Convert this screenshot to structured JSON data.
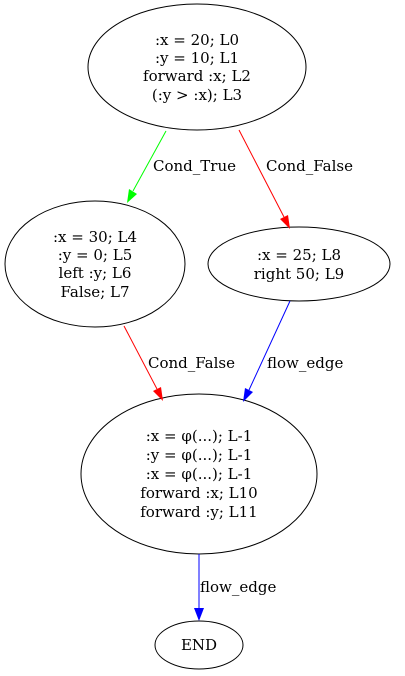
{
  "nodes": {
    "n0": {
      "lines": [
        ":x = 20; L0",
        ":y = 10; L1",
        "forward :x; L2",
        "(:y > :x); L3"
      ]
    },
    "n1": {
      "lines": [
        ":x = 30; L4",
        ":y = 0; L5",
        "left :y; L6",
        "False; L7"
      ]
    },
    "n2": {
      "lines": [
        ":x = 25; L8",
        "right 50; L9"
      ]
    },
    "n3": {
      "lines": [
        ":x = φ(...); L-1",
        ":y = φ(...); L-1",
        ":x = φ(...); L-1",
        "forward :x; L10",
        "forward :y; L11"
      ]
    },
    "end": {
      "lines": [
        "END"
      ]
    }
  },
  "edges": {
    "e0": {
      "label": "Cond_True",
      "color": "#00ff00"
    },
    "e1": {
      "label": "Cond_False",
      "color": "#ff0000"
    },
    "e2": {
      "label": "Cond_False",
      "color": "#ff0000"
    },
    "e3": {
      "label": "flow_edge",
      "color": "#0000ff"
    },
    "e4": {
      "label": "flow_edge",
      "color": "#0000ff"
    }
  }
}
